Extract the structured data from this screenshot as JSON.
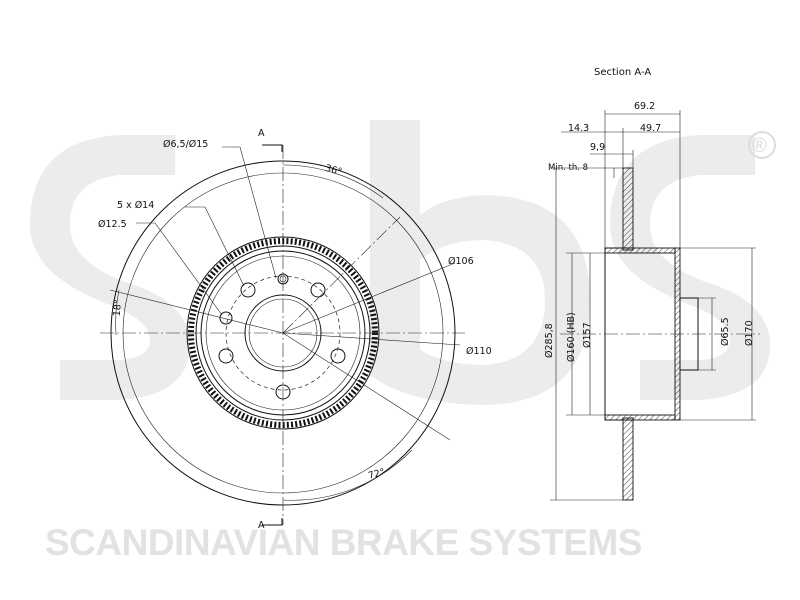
{
  "watermark": {
    "logo_text": "sbs",
    "registered_mark": "®",
    "brand_name": "SCANDINAVIAN BRAKE SYSTEMS"
  },
  "front_view": {
    "section_marker_top": "A",
    "section_marker_bottom": "A",
    "hole_dims": "Ø6,5/Ø15",
    "bolt_pattern": "5 x Ø14",
    "bolt_hole_alt": "Ø12.5",
    "angle_top": "36°",
    "angle_left": "18°",
    "angle_bottom": "72°",
    "pcd_106": "Ø106",
    "pcd_110": "Ø110"
  },
  "section_view": {
    "title": "Section A-A",
    "total_height": "69.2",
    "offset_143": "14.3",
    "hat_depth": "49.7",
    "thickness": "9,9",
    "min_thickness": "Min. th. 8",
    "outer_diameter": "Ø285,8",
    "hub_diameter": "Ø160 (HB)",
    "inner_diameter": "Ø157",
    "center_bore": "Ø65.5",
    "hat_diameter": "Ø170"
  },
  "colors": {
    "line": "#111111",
    "watermark": "#e6e6e6",
    "background": "#ffffff"
  }
}
